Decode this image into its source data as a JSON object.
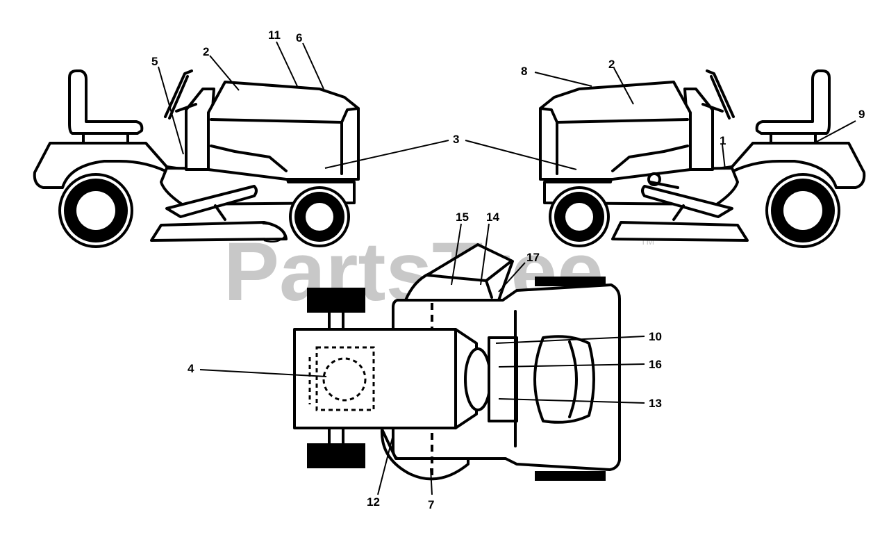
{
  "watermark": {
    "text": "PartsTree",
    "trademark": "TM"
  },
  "callouts": {
    "c1": "1",
    "c2a": "2",
    "c2b": "2",
    "c3": "3",
    "c4": "4",
    "c5": "5",
    "c6": "6",
    "c7": "7",
    "c8": "8",
    "c9": "9",
    "c10": "10",
    "c11": "11",
    "c12": "12",
    "c13": "13",
    "c14": "14",
    "c15": "15",
    "c16": "16",
    "c17": "17"
  },
  "colors": {
    "line": "#000000",
    "watermark": "#c8c8c8",
    "background": "#ffffff"
  }
}
